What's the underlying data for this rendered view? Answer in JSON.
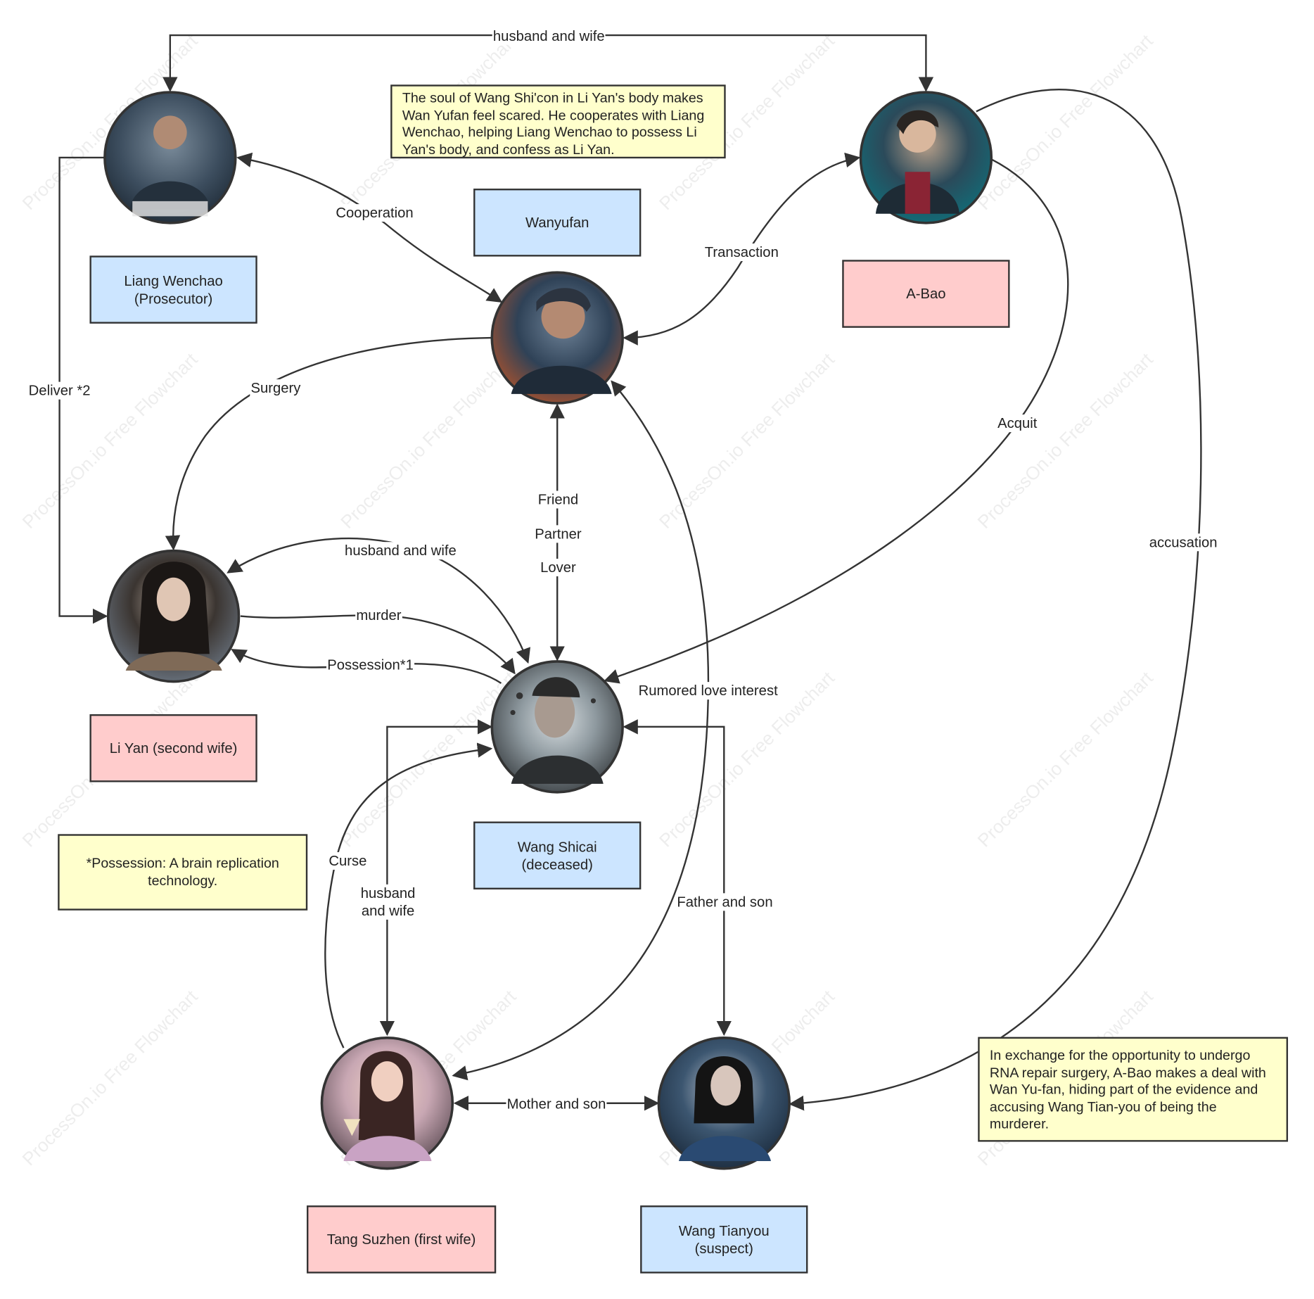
{
  "watermark": "ProcessOn.io Free Flowchart",
  "colors": {
    "person_blue": "#cce5ff",
    "person_pink": "#ffcccc",
    "note_yellow": "#ffffcc",
    "line": "#333333"
  },
  "characters": {
    "liang": {
      "name": "Liang Wenchao\n(Prosecutor)"
    },
    "wanyufan": {
      "name": "Wanyufan"
    },
    "abao": {
      "name": "A-Bao"
    },
    "liyan": {
      "name": "Li Yan (second wife)"
    },
    "shicai": {
      "name": "Wang Shicai\n(deceased)"
    },
    "tang": {
      "name": "Tang Suzhen (first wife)"
    },
    "tianyou": {
      "name": "Wang Tianyou\n(suspect)"
    }
  },
  "notes": {
    "soul": "The soul of Wang Shi'con in Li Yan's body makes Wan Yufan feel scared. He cooperates with Liang Wenchao, helping Liang Wenchao to possess Li Yan's body, and confess as Li Yan.",
    "possession": "*Possession: A brain replication technology.",
    "exchange": "In exchange for the opportunity to undergo RNA repair surgery, A-Bao makes a deal with Wan Yu-fan, hiding part of the evidence and accusing Wang Tian-you of being the murderer."
  },
  "relations": {
    "husband_wife_top": "husband and wife",
    "cooperation": "Cooperation",
    "transaction": "Transaction",
    "deliver": "Deliver *2",
    "surgery": "Surgery",
    "acquit": "Acquit",
    "friend": "Friend",
    "partner": "Partner",
    "lover": "Lover",
    "accusation": "accusation",
    "husband_wife_liyan": "husband and wife",
    "murder": "murder",
    "possession": "Possession*1",
    "rumored": "Rumored love interest",
    "curse": "Curse",
    "husband_wife_tang": "husband\nand wife",
    "father_son": "Father and son",
    "mother_son": "Mother and son"
  }
}
